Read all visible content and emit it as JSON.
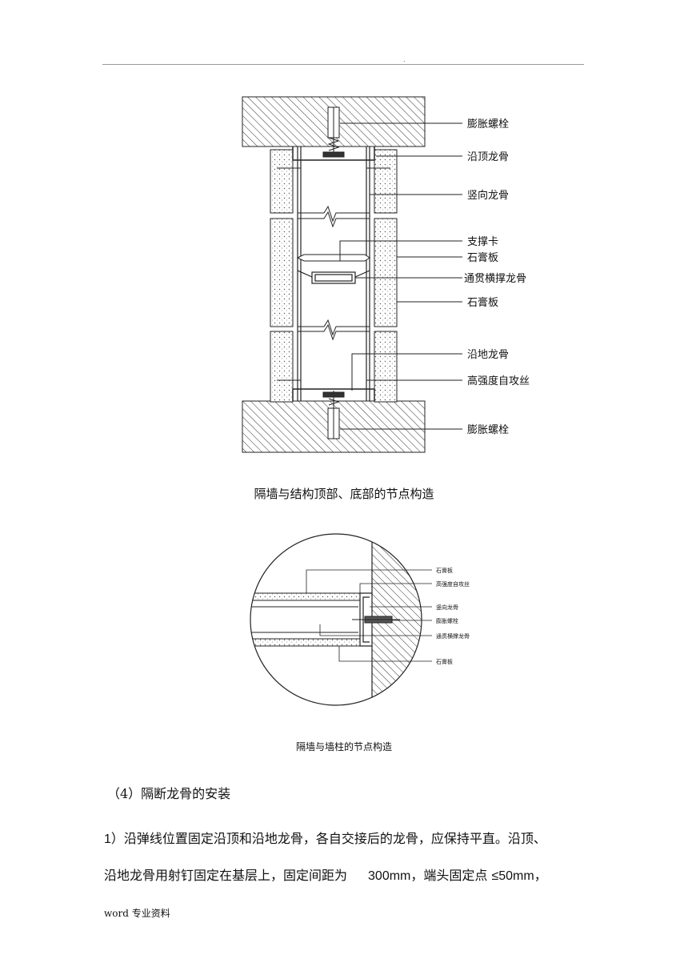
{
  "header": {
    "mark": "."
  },
  "figure1": {
    "caption": "隔墙与结构顶部、底部的节点构造",
    "labels": [
      "膨胀螺栓",
      "沿顶龙骨",
      "竖向龙骨",
      "支撑卡",
      "石膏板",
      "通贯横撑龙骨",
      "石膏板",
      "沿地龙骨",
      "高强度自攻丝",
      "膨胀螺栓"
    ]
  },
  "figure2": {
    "caption": "隔墙与墙柱的节点构造",
    "labels": [
      "石膏板",
      "高强度自攻丝",
      "竖向龙骨",
      "膨胀螺栓",
      "通贯横撑龙骨",
      "石膏板"
    ]
  },
  "section": {
    "heading": "（4）隔断龙骨的安装"
  },
  "paragraph": {
    "line1": {
      "num": "1",
      "text": "）沿弹线位置固定沿顶和沿地龙骨，各自交接后的龙骨，应保持平直。沿顶、"
    },
    "line2": {
      "text1": "沿地龙骨用射钉固定在基层上，固定间距为",
      "value1": "300mm",
      "text2": "，端头固定点 ",
      "value2": "≤50mm",
      "text3": "，"
    }
  },
  "footer": {
    "text": "word  专业资料"
  }
}
